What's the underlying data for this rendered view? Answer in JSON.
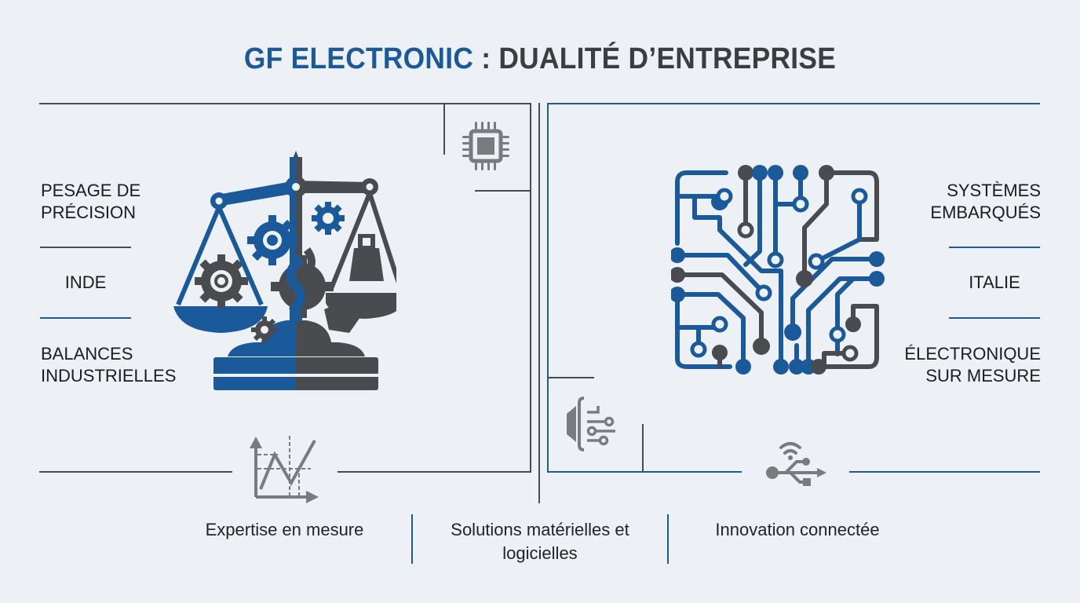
{
  "title": {
    "brand": "GF ELECTRONIC",
    "separator": " : ",
    "rest": "DUALITÉ D’ENTREPRISE"
  },
  "colors": {
    "blue": "#1b5a9a",
    "dark_gray": "#4a4b4e",
    "icon_gray": "#7a7b7e",
    "background": "#edf0f4"
  },
  "left_panel": {
    "icon": "scale-with-gears-icon",
    "labels": {
      "top": "PESAGE DE PRÉCISION",
      "middle": "INDE",
      "bottom": "BALANCES INDUSTRIELLES"
    },
    "corner_icon": "microchip-icon",
    "bottom_icon": "measurement-graph-icon"
  },
  "right_panel": {
    "icon": "circuit-board-icon",
    "labels": {
      "top": "SYSTÈMES EMBARQUÉS",
      "middle": "ITALIE",
      "bottom": "ÉLECTRONIQUE SUR MESURE"
    },
    "corner_icon": "speaker-circuit-icon",
    "bottom_icon": "wireless-usb-icon"
  },
  "footer": {
    "items": [
      {
        "label": "Expertise en mesure"
      },
      {
        "label": "Solutions matérielles et logicielles"
      },
      {
        "label": "Innovation connectée"
      }
    ]
  }
}
